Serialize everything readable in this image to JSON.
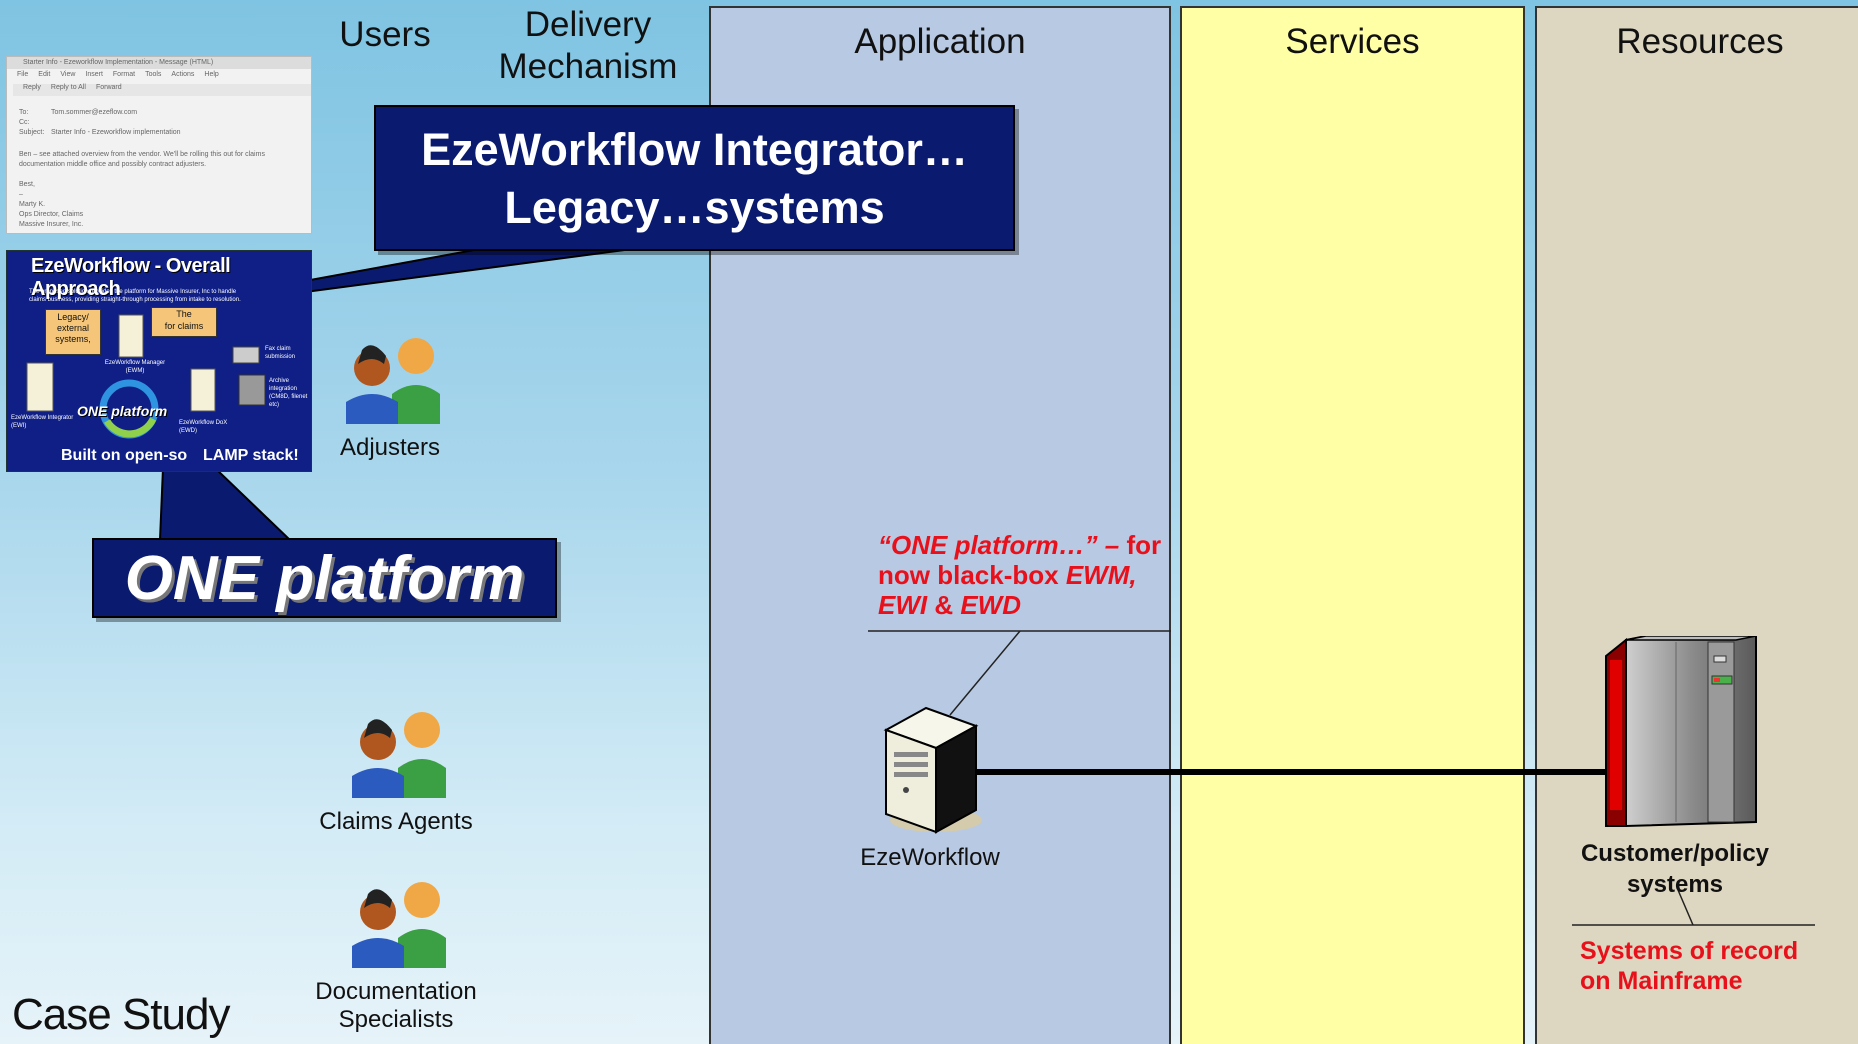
{
  "headers": {
    "users": "Users",
    "delivery_line1": "Delivery",
    "delivery_line2": "Mechanism"
  },
  "columns": {
    "application": "Application",
    "services": "Services",
    "resources": "Resources"
  },
  "callouts": {
    "integrator_line1": "EzeWorkflow Integrator…",
    "integrator_line2": "Legacy…systems",
    "one_platform": "ONE platform"
  },
  "users": [
    {
      "label": "Adjusters"
    },
    {
      "label": "Claims Agents"
    },
    {
      "label_line1": "Documentation",
      "label_line2": "Specialists"
    }
  ],
  "application": {
    "server_label": "EzeWorkflow",
    "note_part1": "“ONE platform…” – ",
    "note_part2": "for now black-box ",
    "note_part3": "EWM, EWI",
    "note_part4": " & ",
    "note_part5": "EWD"
  },
  "resources": {
    "mainframe_line1": "Customer/policy",
    "mainframe_line2": "systems",
    "note_line1": "Systems of record",
    "note_line2": "on Mainframe"
  },
  "email_thumbnail": {
    "window_title": "Starter Info - Ezeworkflow Implementation - Message (HTML)",
    "menu": [
      "File",
      "Edit",
      "View",
      "Insert",
      "Format",
      "Tools",
      "Actions",
      "Help"
    ],
    "toolbar": [
      "Reply",
      "Reply to All",
      "Forward"
    ],
    "to_label": "To:",
    "to_value": "Tom.sommer@ezeflow.com",
    "cc_label": "Cc:",
    "subject_label": "Subject:",
    "subject_value": "Starter Info - Ezeworkflow implementation",
    "body_line1": "Ben – see attached overview from the vendor. We'll be rolling this out for claims",
    "body_line2": "documentation middle office and possibly contract adjusters.",
    "sign1": "Best,",
    "sign2": "–",
    "sign3": "Marty K.",
    "sign4": "Ops Director, Claims",
    "sign5": "Massive Insurer, Inc."
  },
  "slide_thumbnail": {
    "title": "EzeWorkflow - Overall Approach",
    "intro_line1": "The proposed solution provides the platform for Massive Insurer, Inc to handle",
    "intro_line2": "claims business, providing straight-through processing from intake to resolution.",
    "bubble_legacy": "Legacy/ external systems,",
    "bubble_claims_line1": "The",
    "bubble_claims_line2": "for claims",
    "fax_label": "Fax claim submission",
    "archive_label": "Archive integration (CM8D, filenet etc)",
    "ewm_label": "EzeWorkflow Manager (EWM)",
    "ewi_label": "EzeWorkflow Integrator (EWI)",
    "ewd_label": "EzeWorkflow DoX (EWD)",
    "one_platform": "ONE platform",
    "footer_left": "Built on open-so",
    "footer_right": "LAMP stack!"
  },
  "footer": {
    "case_study": "Case Study"
  },
  "colors": {
    "application_bg": "#b8c9e3",
    "services_bg": "#ffffa6",
    "resources_bg": "#ddd6c0",
    "callout_bg": "#0a1a6e",
    "note_red": "#e8101a"
  }
}
